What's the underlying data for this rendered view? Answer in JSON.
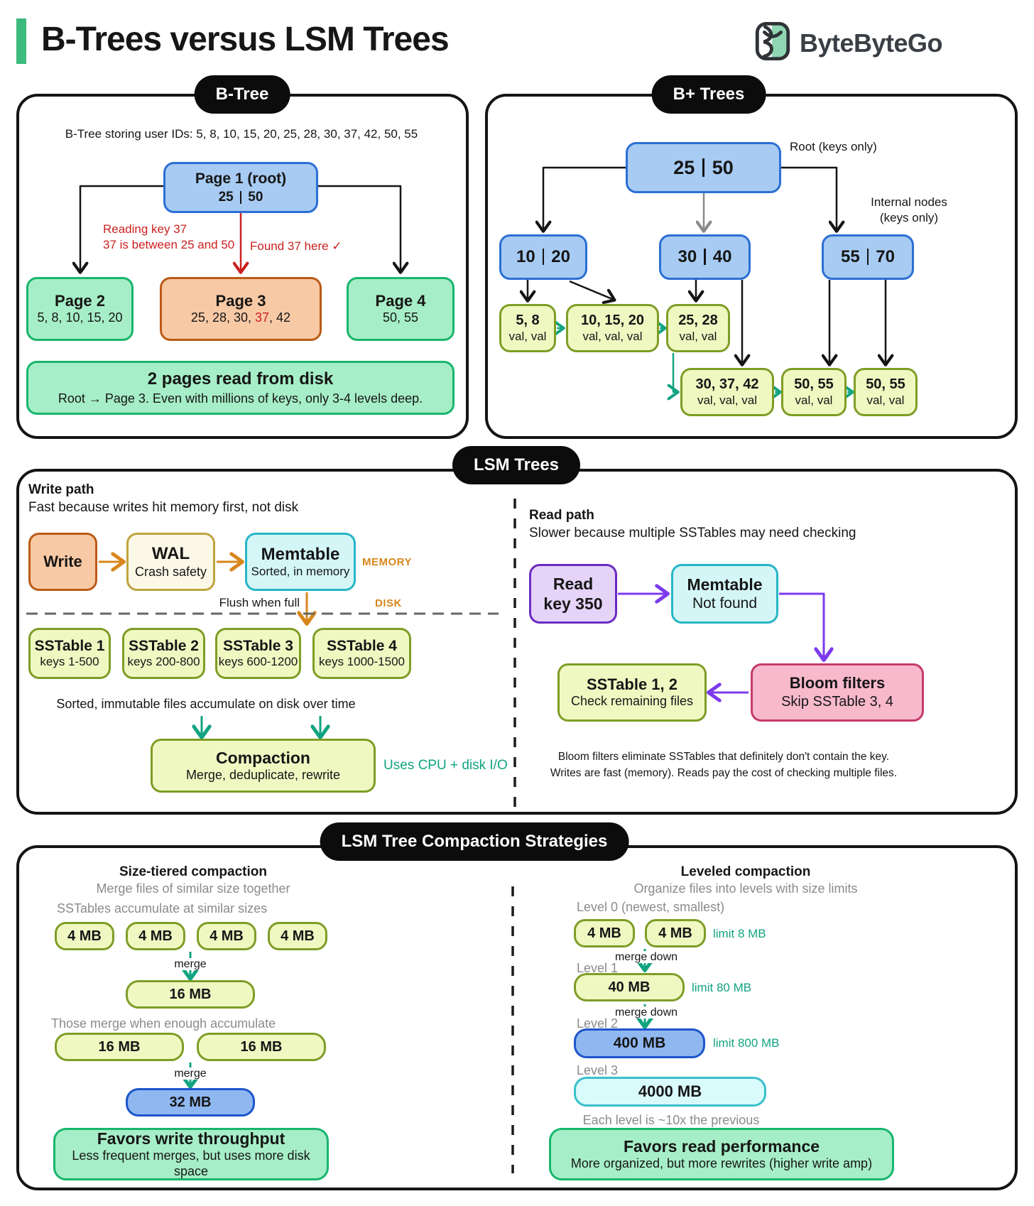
{
  "header": {
    "title": "B-Trees versus LSM Trees",
    "logo_text": "ByteByteGo"
  },
  "colors": {
    "accent": "#3dba7e",
    "node_blue": "#a7cbf3",
    "leaf_yellow": "#f0f8c2",
    "green": "#a6eec7",
    "orange": "#f8c9a5",
    "cyan": "#d4f6f7",
    "purple": "#e5d4f8",
    "pink": "#f8b9cc",
    "teal_arrow": "#12a381",
    "orange_arrow": "#d8861b",
    "red": "#cc2020"
  },
  "btree": {
    "badge": "B-Tree",
    "caption": "B-Tree storing user IDs: 5, 8, 10, 15, 20, 25, 28, 30, 37, 42, 50, 55",
    "root": {
      "title": "Page 1 (root)",
      "key_left": "25",
      "key_right": "50"
    },
    "annotation_line1": "Reading key 37",
    "annotation_line2": "37 is between 25 and 50",
    "annotation_found": "Found 37 here ✓",
    "page2": {
      "title": "Page 2",
      "keys": "5, 8, 10, 15, 20"
    },
    "page3": {
      "title": "Page 3",
      "keys_pre": "25, 28, 30, ",
      "key_highlight": "37",
      "keys_post": ", 42"
    },
    "page4": {
      "title": "Page 4",
      "keys": "50, 55"
    },
    "summary_title": "2 pages read from disk",
    "summary_text": "Root → Page 3. Even with millions of keys, only 3-4 levels deep."
  },
  "bplus": {
    "badge": "B+ Trees",
    "root_label": "Root (keys only)",
    "internal_label_line1": "Internal nodes",
    "internal_label_line2": "(keys only)",
    "root": {
      "key_left": "25",
      "key_right": "50"
    },
    "internal": [
      {
        "key_left": "10",
        "key_right": "20"
      },
      {
        "key_left": "30",
        "key_right": "40"
      },
      {
        "key_left": "55",
        "key_right": "70"
      }
    ],
    "leaves_row1": [
      {
        "keys": "5, 8",
        "vals": "val, val"
      },
      {
        "keys": "10, 15, 20",
        "vals": "val, val, val"
      },
      {
        "keys": "25, 28",
        "vals": "val, val"
      }
    ],
    "leaves_row2": [
      {
        "keys": "30, 37, 42",
        "vals": "val, val, val"
      },
      {
        "keys": "50, 55",
        "vals": "val, val"
      },
      {
        "keys": "50, 55",
        "vals": "val, val"
      }
    ]
  },
  "lsm": {
    "badge": "LSM Trees",
    "write": {
      "heading": "Write path",
      "subheading": "Fast because writes hit memory first, not disk",
      "write_box": "Write",
      "wal_title": "WAL",
      "wal_sub": "Crash safety",
      "memtable_title": "Memtable",
      "memtable_sub": "Sorted, in memory",
      "memory_label": "MEMORY",
      "disk_label": "DISK",
      "flush_label": "Flush when full",
      "sstables": [
        {
          "title": "SSTable 1",
          "sub": "keys 1-500"
        },
        {
          "title": "SSTable 2",
          "sub": "keys 200-800"
        },
        {
          "title": "SSTable 3",
          "sub": "keys 600-1200"
        },
        {
          "title": "SSTable 4",
          "sub": "keys 1000-1500"
        }
      ],
      "accumulate_note": "Sorted, immutable files accumulate on disk over time",
      "compaction_title": "Compaction",
      "compaction_sub": "Merge, deduplicate, rewrite",
      "compaction_note": "Uses CPU + disk I/O"
    },
    "read": {
      "heading": "Read path",
      "subheading": "Slower because multiple SSTables may need checking",
      "read_line1": "Read",
      "read_line2": "key 350",
      "memtable_title": "Memtable",
      "memtable_sub": "Not found",
      "bloom_title": "Bloom filters",
      "bloom_sub": "Skip SSTable 3, 4",
      "sstable_title": "SSTable 1, 2",
      "sstable_sub": "Check remaining files",
      "note_line1": "Bloom filters eliminate SSTables that definitely don't contain the key.",
      "note_line2": "Writes are fast (memory). Reads pay the cost of checking multiple files."
    }
  },
  "compaction": {
    "badge": "LSM Tree Compaction Strategies",
    "size_tiered": {
      "title": "Size-tiered compaction",
      "subtitle": "Merge files of similar size together",
      "note1": "SSTables accumulate at similar sizes",
      "tier1": [
        "4 MB",
        "4 MB",
        "4 MB",
        "4 MB"
      ],
      "merge_label": "merge",
      "tier2_result": "16 MB",
      "note2": "Those merge when enough accumulate",
      "tier2": [
        "16 MB",
        "16 MB"
      ],
      "tier3_result": "32 MB",
      "summary_title": "Favors write throughput",
      "summary_sub": "Less frequent merges, but uses more disk space"
    },
    "leveled": {
      "title": "Leveled compaction",
      "subtitle": "Organize files into levels with size limits",
      "level0_label": "Level 0 (newest, smallest)",
      "level0_boxes": [
        "4 MB",
        "4 MB"
      ],
      "level0_limit": "limit 8 MB",
      "merge_down_label": "merge down",
      "level1_label": "Level 1",
      "level1_box": "40 MB",
      "level1_limit": "limit 80 MB",
      "level2_label": "Level 2",
      "level2_box": "400 MB",
      "level2_limit": "limit 800 MB",
      "level3_label": "Level 3",
      "level3_box": "4000 MB",
      "note": "Each level is ~10x the previous",
      "summary_title": "Favors read performance",
      "summary_sub": "More organized, but more rewrites (higher write amp)"
    }
  }
}
